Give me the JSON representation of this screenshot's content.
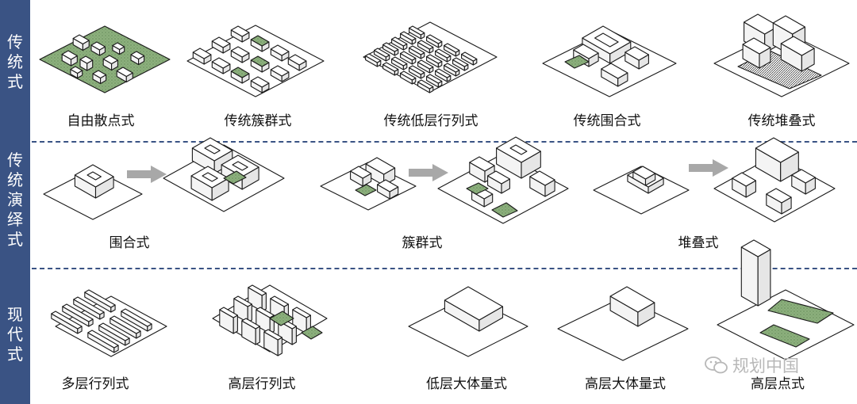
{
  "rows": [
    {
      "label": "传统式",
      "items": [
        "自由散点式",
        "传统簇群式",
        "传统低层行列式",
        "传统围合式",
        "传统堆叠式"
      ]
    },
    {
      "label": "传统演绎式",
      "items": [
        "围合式",
        "簇群式",
        "堆叠式"
      ]
    },
    {
      "label": "现代式",
      "items": [
        "多层行列式",
        "高层行列式",
        "低层大体量式",
        "高层大体量式",
        "高层点式"
      ]
    }
  ],
  "watermark": {
    "text": "规划中国",
    "icon": "wechat-icon"
  },
  "colors": {
    "sidebar": "#3a5384",
    "green": "#8cb07d",
    "arrow": "#a8a8a8",
    "ink": "#1a1a1a"
  }
}
